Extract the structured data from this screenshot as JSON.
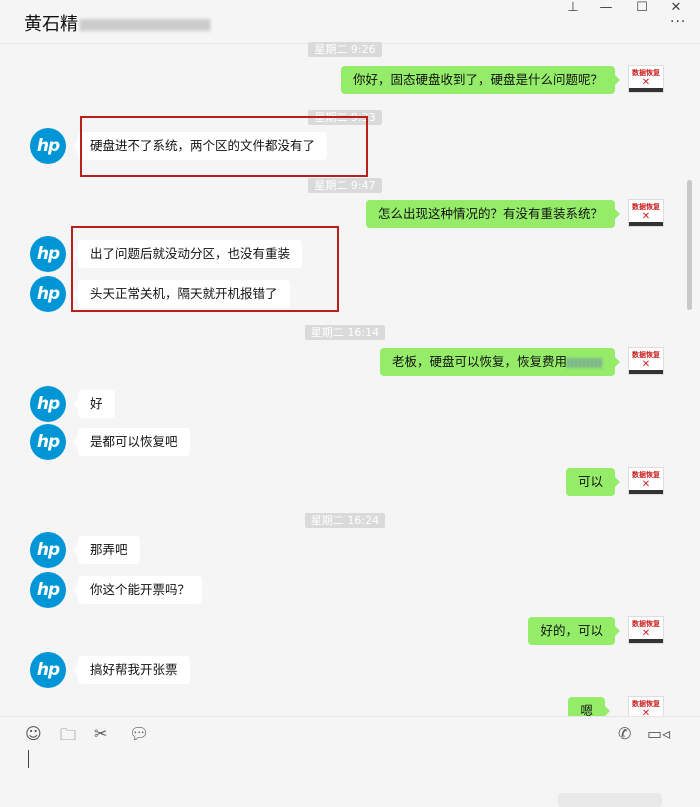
{
  "header": {
    "title": "黄石精",
    "more_icon": "more-icon"
  },
  "window": {
    "pin": "pin-icon",
    "minimize": "minimize-icon",
    "maximize": "maximize-icon",
    "close": "close-icon"
  },
  "timestamps": [
    "星期二 9:26",
    "星期二 9:33",
    "星期二 9:47",
    "星期二 16:14",
    "星期二 16:24"
  ],
  "messages": [
    {
      "side": "out",
      "text": "你好，固态硬盘收到了，硬盘是什么问题呢？"
    },
    {
      "side": "in",
      "text": "硬盘进不了系统，两个区的文件都没有了"
    },
    {
      "side": "out",
      "text": "怎么出现这种情况的？有没有重装系统？"
    },
    {
      "side": "in",
      "text": "出了问题后就没动分区，也没有重装"
    },
    {
      "side": "in",
      "text": "头天正常关机，隔天就开机报错了"
    },
    {
      "side": "out",
      "text": "老板，硬盘可以恢复，恢复费用"
    },
    {
      "side": "in",
      "text": "好"
    },
    {
      "side": "in",
      "text": "是都可以恢复吧"
    },
    {
      "side": "out",
      "text": "可以"
    },
    {
      "side": "in",
      "text": "那弄吧"
    },
    {
      "side": "in",
      "text": "你这个能开票吗？"
    },
    {
      "side": "out",
      "text": "好的，可以"
    },
    {
      "side": "in",
      "text": "搞好帮我开张票"
    },
    {
      "side": "out",
      "text": "嗯"
    }
  ],
  "avatars": {
    "contact": "hp",
    "self": "数据恢复"
  },
  "accent": {
    "out_bubble": "#95ec69",
    "highlight": "#b8201c",
    "hp_blue": "#0096d6"
  }
}
